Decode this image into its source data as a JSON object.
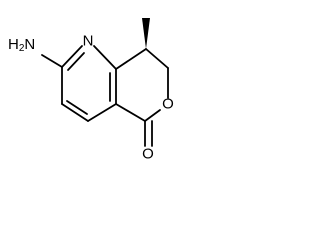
{
  "structure": {
    "labels": {
      "amino_h": "H",
      "amino_sub": "2",
      "amino_n": "N",
      "ring_n": "N",
      "ring_o": "O",
      "carbonyl_o": "O"
    }
  }
}
